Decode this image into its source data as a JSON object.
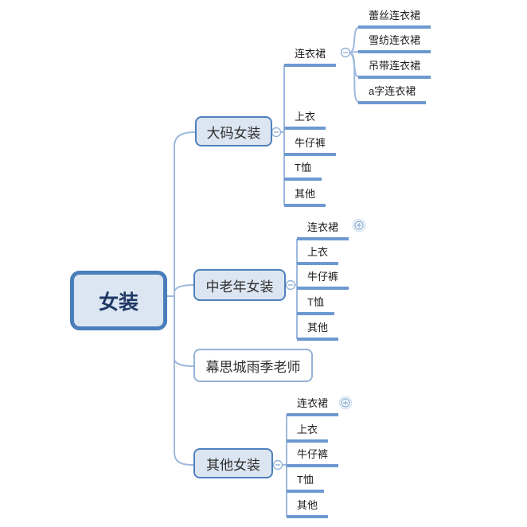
{
  "mindmap": {
    "root": {
      "label": "女装"
    },
    "branches": [
      {
        "label": "大码女装",
        "toggle": "collapsed-minus",
        "children": [
          {
            "label": "连衣裙",
            "toggle": "collapsed-minus",
            "children": [
              {
                "label": "蕾丝连衣裙"
              },
              {
                "label": "雪纺连衣裙"
              },
              {
                "label": "吊带连衣裙"
              },
              {
                "label": "a字连衣裙"
              }
            ]
          },
          {
            "label": "上衣"
          },
          {
            "label": "牛仔裤"
          },
          {
            "label": "T恤"
          },
          {
            "label": "其他"
          }
        ]
      },
      {
        "label": "中老年女装",
        "toggle": "collapsed-minus",
        "children": [
          {
            "label": "连衣裙",
            "toggle": "expand-plus"
          },
          {
            "label": "上衣"
          },
          {
            "label": "牛仔裤"
          },
          {
            "label": "T恤"
          },
          {
            "label": "其他"
          }
        ]
      },
      {
        "label": "幕思城雨季老师"
      },
      {
        "label": "其他女装",
        "toggle": "collapsed-minus",
        "children": [
          {
            "label": "连衣裙",
            "toggle": "expand-plus"
          },
          {
            "label": "上衣"
          },
          {
            "label": "牛仔裤"
          },
          {
            "label": "T恤"
          },
          {
            "label": "其他"
          }
        ]
      }
    ],
    "colors": {
      "node_fill": "#dce6f2",
      "node_border": "#4f81bd",
      "root_border": "#4a7ebb",
      "light_node_border": "#95b3d7",
      "underline": "#6e99d0",
      "connector": "#9db9dd",
      "root_text": "#1f3864"
    }
  }
}
